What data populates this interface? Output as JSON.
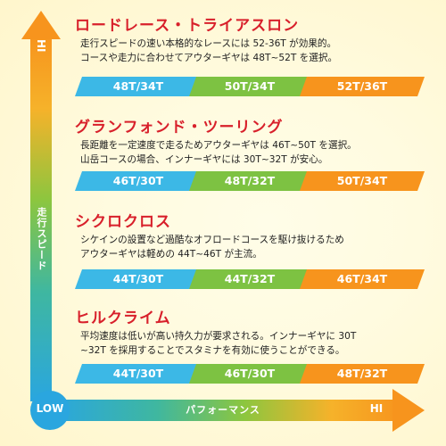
{
  "axes": {
    "vertical_label": "走行スピード",
    "vertical_hi": "HI",
    "origin": "LOW",
    "horizontal_label": "パフォーマンス",
    "horizontal_hi": "HI"
  },
  "colors": {
    "title_red": "#d8202b",
    "gear_blue": "#3cb8e6",
    "gear_green": "#7dc242",
    "gear_orange": "#f7941d"
  },
  "sections": [
    {
      "title": "ロードレース・トライアスロン",
      "desc": [
        "走行スピードの速い本格的なレースには 52-36T が効果的。",
        "コースや走力に合わせてアウターギヤは 48T~52T を選択。"
      ],
      "gears": [
        "48T/34T",
        "50T/34T",
        "52T/36T"
      ]
    },
    {
      "title": "グランフォンド・ツーリング",
      "desc": [
        "長距離を一定速度で走るためアウターギヤは 46T~50T を選択。",
        "山岳コースの場合、インナーギヤには 30T~32T が安心。"
      ],
      "gears": [
        "46T/30T",
        "48T/32T",
        "50T/34T"
      ]
    },
    {
      "title": "シクロクロス",
      "desc": [
        "シケインの設置など過酷なオフロードコースを駆け抜けるため",
        "アウターギヤは軽めの 44T~46T が主流。"
      ],
      "gears": [
        "44T/30T",
        "44T/32T",
        "46T/34T"
      ]
    },
    {
      "title": "ヒルクライム",
      "desc": [
        "平均速度は低いが高い持久力が要求される。インナーギヤに 30T",
        "~32T を採用することでスタミナを有効に使うことができる。"
      ],
      "gears": [
        "44T/30T",
        "46T/30T",
        "48T/32T"
      ]
    }
  ]
}
